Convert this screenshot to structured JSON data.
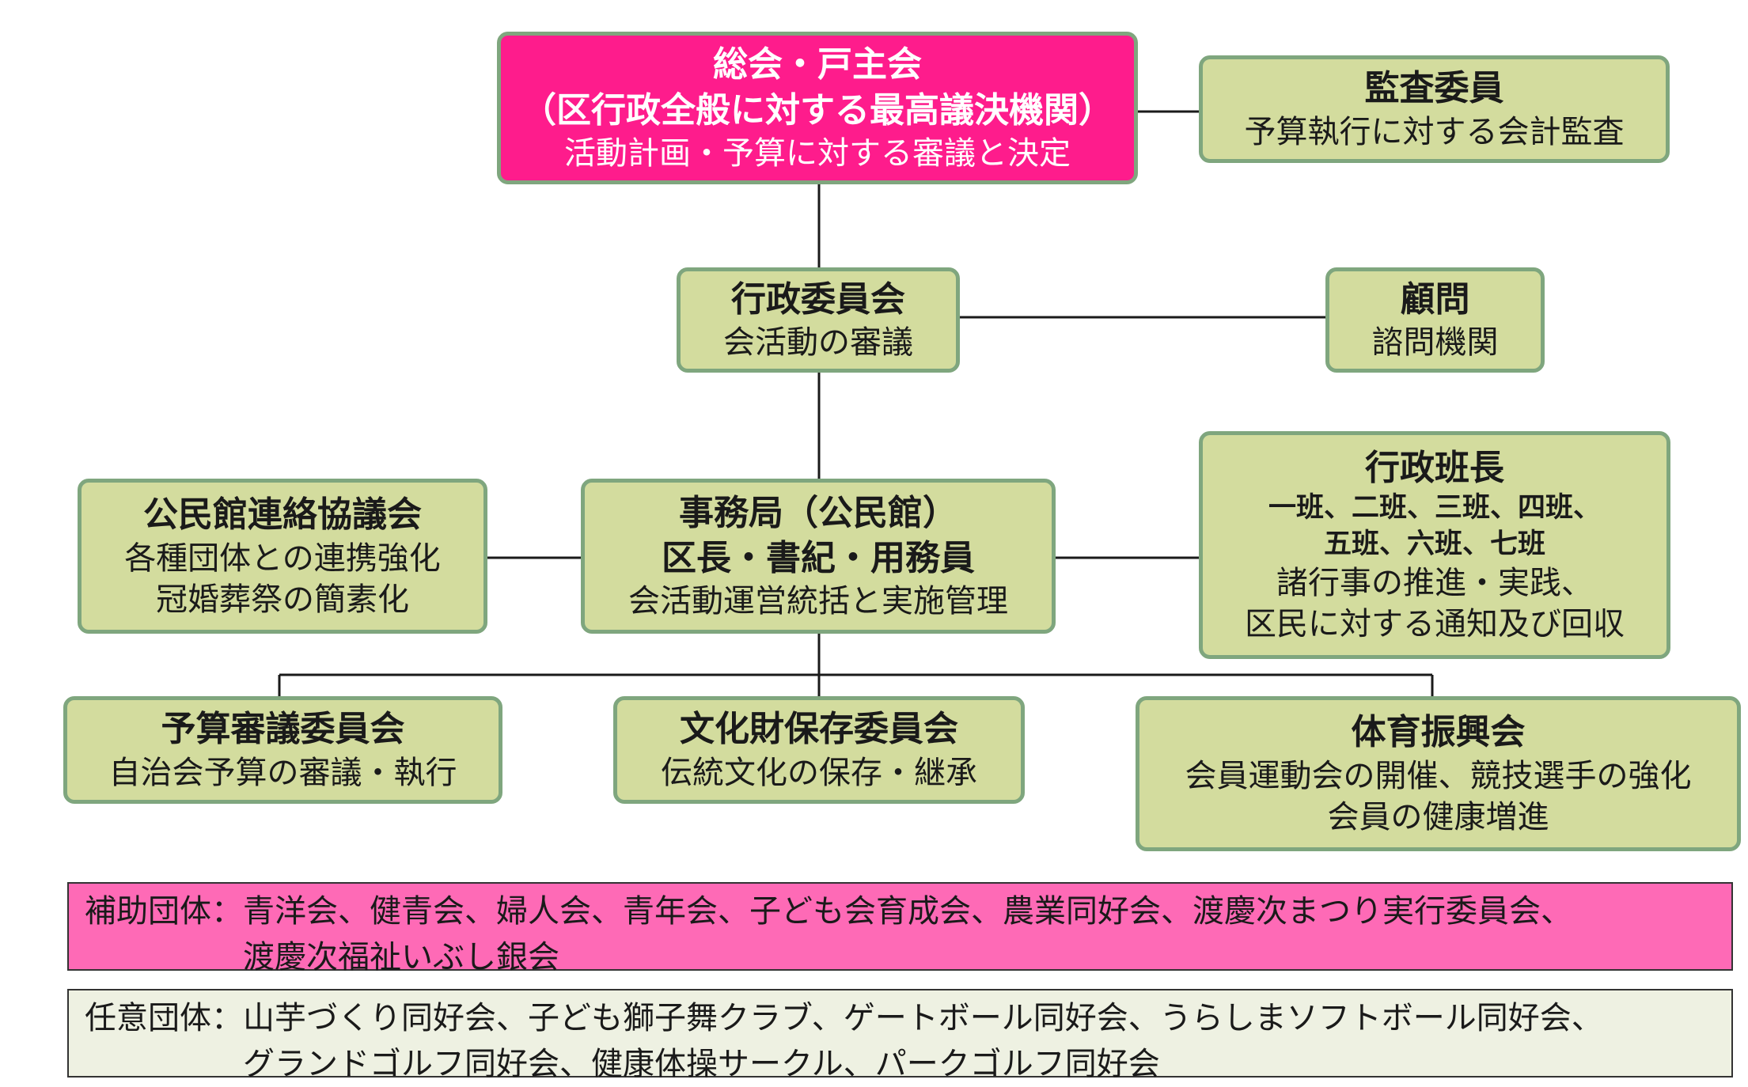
{
  "colors": {
    "top_fill": "#fe1c8c",
    "node_fill": "#d3dc9e",
    "node_border": "#7fa67e",
    "aux_band_fill": "#fe6ab6",
    "opt_band_fill": "#eef1e2"
  },
  "nodes": {
    "general_assembly": {
      "title": "総会・戸主会",
      "subtitle": "（区行政全般に対する最高議決機関）",
      "desc": "活動計画・予算に対する審議と決定"
    },
    "auditor": {
      "title": "監査委員",
      "desc": "予算執行に対する会計監査"
    },
    "admin_committee": {
      "title": "行政委員会",
      "desc": "会活動の審議"
    },
    "advisor": {
      "title": "顧問",
      "desc": "諮問機関"
    },
    "community_council": {
      "title": "公民館連絡協議会",
      "desc1": "各種団体との連携強化",
      "desc2": "冠婚葬祭の簡素化"
    },
    "secretariat": {
      "title": "事務局（公民館）",
      "subtitle": "区長・書紀・用務員",
      "desc": "会活動運営統括と実施管理"
    },
    "group_leaders": {
      "title": "行政班長",
      "groups1": "一班、二班、三班、四班、",
      "groups2": "五班、六班、七班",
      "desc1": "諸行事の推進・実践、",
      "desc2": "区民に対する通知及び回収"
    },
    "budget_committee": {
      "title": "予算審議委員会",
      "desc": "自治会予算の審議・執行"
    },
    "heritage_committee": {
      "title": "文化財保存委員会",
      "desc": "伝統文化の保存・継承"
    },
    "sports_association": {
      "title": "体育振興会",
      "desc1": "会員運動会の開催、競技選手の強化",
      "desc2": "会員の健康増進"
    }
  },
  "aux_groups": {
    "label": "補助団体：",
    "line1": "青洋会、健青会、婦人会、青年会、子ども会育成会、農業同好会、渡慶次まつり実行委員会、",
    "line2": "渡慶次福祉いぶし銀会"
  },
  "optional_groups": {
    "label": "任意団体：",
    "line1": "山芋づくり同好会、子ども獅子舞クラブ、ゲートボール同好会、うらしまソフトボール同好会、",
    "line2": "グランドゴルフ同好会、健康体操サークル、パークゴルフ同好会"
  }
}
